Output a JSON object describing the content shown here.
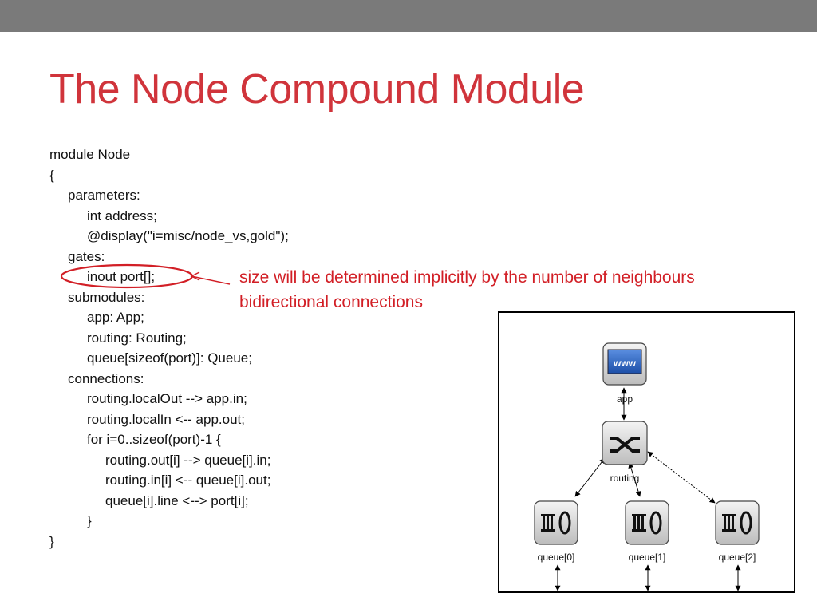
{
  "title": "The Node Compound Module",
  "code_lines": [
    "module Node",
    "{",
    "parameters:",
    "int address;",
    "@display(\"i=misc/node_vs,gold\");",
    "gates:",
    "inout port[];",
    "submodules:",
    "app: App;",
    "routing: Routing;",
    "queue[sizeof(port)]: Queue;",
    "connections:",
    "routing.localOut --> app.in;",
    "routing.localIn <-- app.out;",
    "for i=0..sizeof(port)-1 {",
    "routing.out[i] --> queue[i].in;",
    "routing.in[i] <-- queue[i].out;",
    "queue[i].line <--> port[i];",
    "}",
    "}"
  ],
  "annotation": {
    "line1": "size will be determined implicitly by the number of neighbours",
    "line2": "bidirectional connections"
  },
  "diagram": {
    "app": {
      "icon_text": "www",
      "label": "app"
    },
    "routing": {
      "label": "routing"
    },
    "queues": [
      {
        "label": "queue[0]"
      },
      {
        "label": "queue[1]"
      },
      {
        "label": "queue[2]"
      }
    ]
  },
  "colors": {
    "title": "#d0343b",
    "annotation": "#d21f26",
    "topbar": "#7a7a7a"
  }
}
